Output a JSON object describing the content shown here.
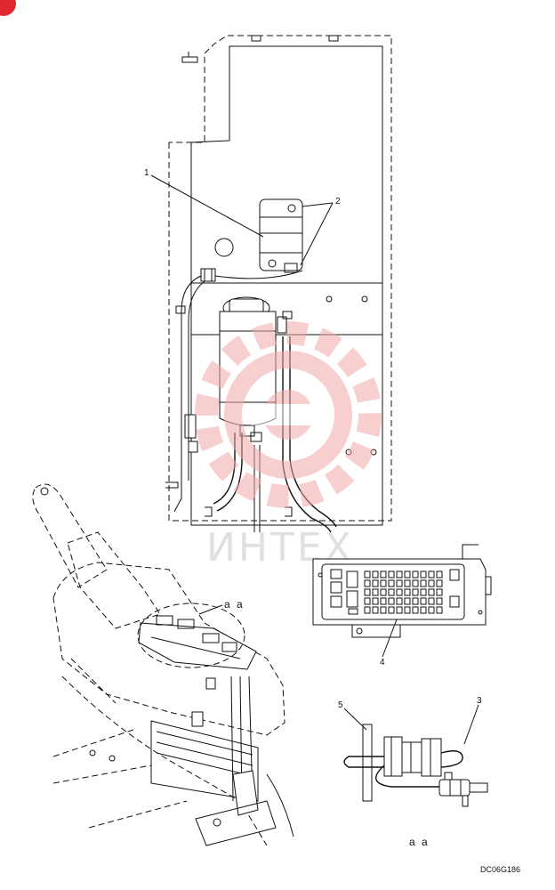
{
  "callouts": {
    "c1": "1",
    "c2": "2",
    "c3": "3",
    "c4": "4",
    "c5": "5"
  },
  "detail_labels": {
    "aa_joystick": "a a",
    "aa_detail": "a a"
  },
  "watermark": {
    "text": "ИНТЕХ",
    "gear_color": "#f3a8a8",
    "text_color": "#d9d9d9"
  },
  "drawing_code": "DC06G186",
  "corner_badge_color": "#e0282e"
}
